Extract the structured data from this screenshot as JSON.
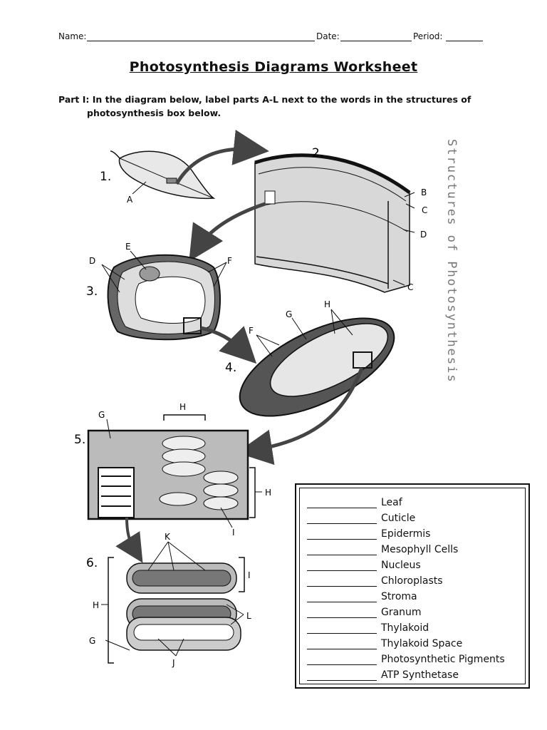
{
  "header": {
    "name_label": "Name:",
    "date_label": "Date:",
    "period_label": "Period:"
  },
  "title": "Photosynthesis Diagrams Worksheet",
  "instructions": {
    "line1": "Part I: In the diagram below, label parts A-L next to the words in the structures of",
    "line2": "photosynthesis box below."
  },
  "side_title": "Structures of Photosynthesis",
  "diagram": {
    "numbers": [
      "1.",
      "2.",
      "3.",
      "4.",
      "5.",
      "6."
    ],
    "labels": {
      "A": "A",
      "B": "B",
      "C": "C",
      "D": "D",
      "E": "E",
      "F": "F",
      "G": "G",
      "H": "H",
      "I": "I",
      "J": "J",
      "K": "K",
      "L": "L"
    }
  },
  "terms": [
    "Leaf",
    "Cuticle",
    "Epidermis",
    "Mesophyll Cells",
    "Nucleus",
    "Chloroplasts",
    "Stroma",
    "Granum",
    "Thylakoid",
    "Thylakoid Space",
    "Photosynthetic Pigments",
    "ATP Synthetase"
  ]
}
